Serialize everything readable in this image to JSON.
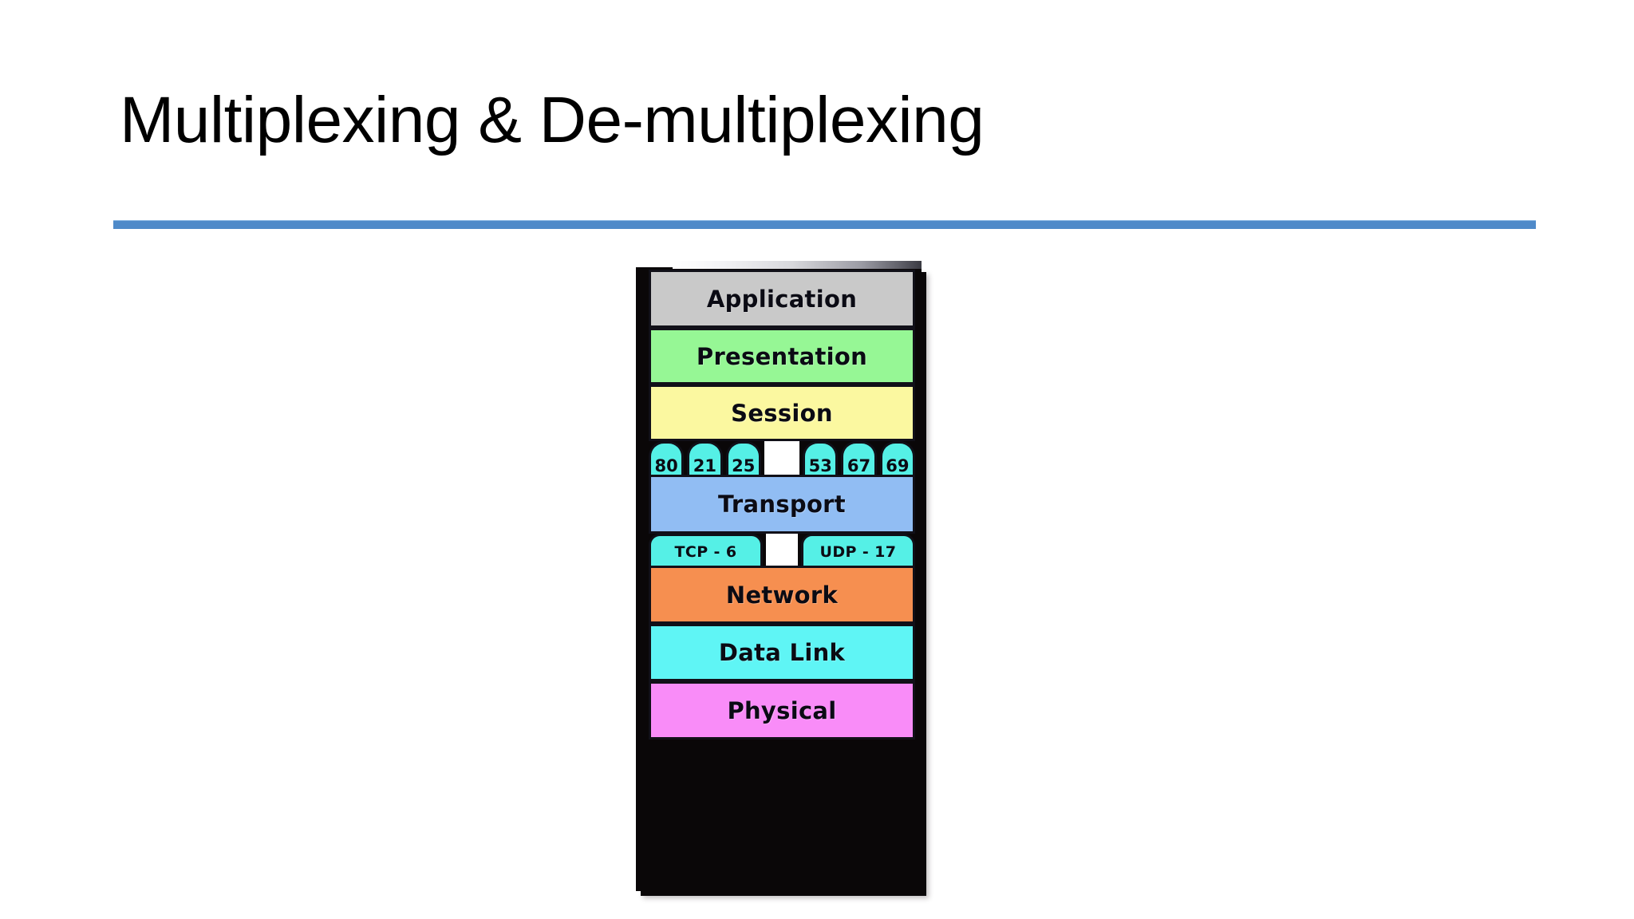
{
  "slide": {
    "title": "Multiplexing & De-multiplexing",
    "accent_color": "#4f8ac9",
    "background_color": "#ffffff"
  },
  "diagram": {
    "name": "osi-model-multiplexing-demultiplexing",
    "layers": [
      {
        "label": "Application",
        "color": "#c9c9c9"
      },
      {
        "label": "Presentation",
        "color": "#96f795"
      },
      {
        "label": "Session",
        "color": "#fbf8a0"
      },
      {
        "label": "Transport",
        "color": "#91bdf3"
      },
      {
        "label": "Network",
        "color": "#f68f50"
      },
      {
        "label": "Data Link",
        "color": "#5ff5f5"
      },
      {
        "label": "Physical",
        "color": "#f98cf8"
      }
    ],
    "port_tabs": [
      {
        "label": "80",
        "blank": false
      },
      {
        "label": "21",
        "blank": false
      },
      {
        "label": "25",
        "blank": false
      },
      {
        "label": "",
        "blank": true
      },
      {
        "label": "53",
        "blank": false
      },
      {
        "label": "67",
        "blank": false
      },
      {
        "label": "69",
        "blank": false
      }
    ],
    "protocol_tabs": [
      {
        "label": "TCP - 6"
      },
      {
        "label": "UDP - 17"
      }
    ],
    "tab_color": "#55f0e6"
  }
}
